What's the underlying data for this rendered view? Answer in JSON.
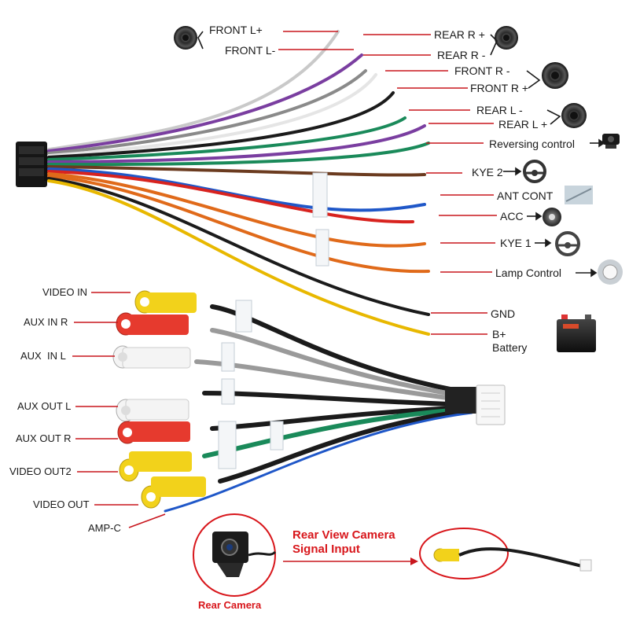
{
  "colors": {
    "label_line": "#c8161d",
    "camera_title": "#d8161b",
    "wire_black": "#1b1b1b",
    "wire_gray": "#9a9a9a",
    "wire_white": "#e9e9e9",
    "wire_purple": "#7a3ea0",
    "wire_green": "#1a8a5a",
    "wire_red": "#d8231f",
    "wire_orange": "#e06a1a",
    "wire_blue": "#1f57c8",
    "wire_yellow": "#e8b800",
    "wire_brown": "#6b3b1f",
    "rca_yellow": "#f2d21b",
    "rca_red": "#e63a2e",
    "rca_white": "#f4f4f4"
  },
  "icons": [
    "speaker-icon",
    "steering-wheel-icon",
    "car-camera-icon",
    "antenna-icon",
    "key-icon",
    "lamp-icon",
    "battery-icon",
    "connector-plug-icon",
    "rca-connector-icon"
  ],
  "harness_labels": {
    "front_l_plus": "FRONT L+",
    "front_l_minus": "FRONT L-",
    "rear_r_plus": "REAR R +",
    "rear_r_minus": "REAR R -",
    "front_r_minus": "FRONT R -",
    "front_r_plus": "FRONT R +",
    "rear_l_minus": "REAR L -",
    "rear_l_plus": "REAR L +",
    "reversing_control": "Reversing control",
    "kye2": "KYE 2",
    "ant_cont": "ANT CONT",
    "acc": "ACC",
    "kye1": "KYE 1",
    "lamp_control": "Lamp Control",
    "gnd": "GND",
    "b_plus": "B+",
    "battery": "Battery"
  },
  "rca_labels": {
    "video_in": "VIDEO IN",
    "aux_in_r": "AUX IN R",
    "aux_in_l": "AUX  IN L",
    "aux_out_l": "AUX OUT L",
    "aux_out_r": "AUX OUT R",
    "video_out2": "VIDEO OUT2",
    "video_out": "VIDEO OUT",
    "amp_c": "AMP-C"
  },
  "camera": {
    "title_line1": "Rear View Camera",
    "title_line2": "Signal Input",
    "rear_camera": "Rear Camera"
  }
}
